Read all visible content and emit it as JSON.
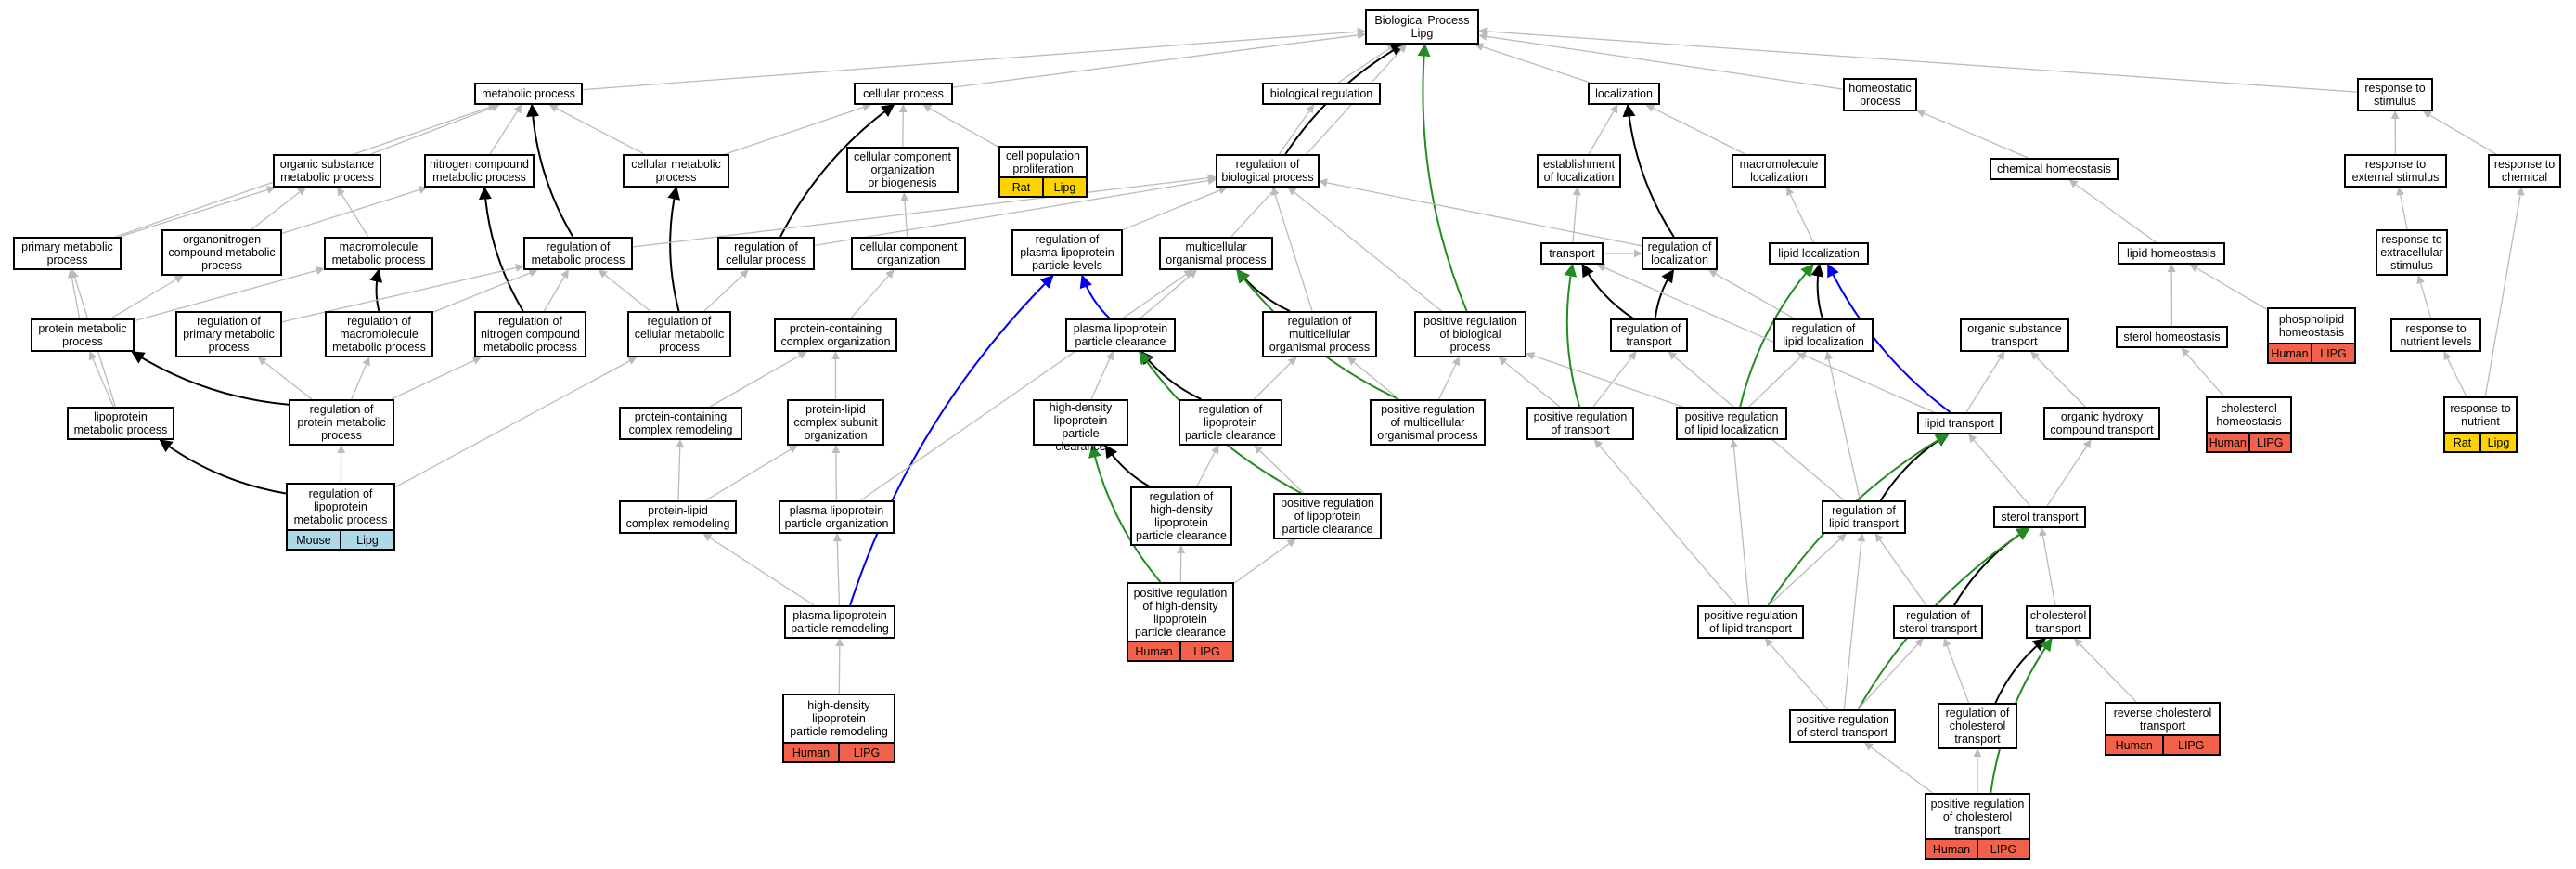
{
  "colors": {
    "gray": "#bbbbbb",
    "black": "#000000",
    "green": "#228b22",
    "blue": "#0000ee",
    "human": "#f4614a",
    "rat": "#ffd300",
    "mouse": "#add8e6"
  },
  "nodes": {
    "root": {
      "label": "Biological Process\nLipg"
    },
    "metabolic": {
      "label": "metabolic process"
    },
    "cellular": {
      "label": "cellular process"
    },
    "bioreg": {
      "label": "biological regulation"
    },
    "localization": {
      "label": "localization"
    },
    "homeostatic": {
      "label": "homeostatic\nprocess"
    },
    "respstim": {
      "label": "response to\nstimulus"
    },
    "orgsub": {
      "label": "organic substance\nmetabolic process"
    },
    "nitrogen": {
      "label": "nitrogen compound\nmetabolic process"
    },
    "cellmet": {
      "label": "cellular metabolic\nprocess"
    },
    "ccorg": {
      "label": "cellular component\norganization\nor biogenesis"
    },
    "cellpop": {
      "label": "cell population\nproliferation",
      "tags": [
        {
          "text": "Rat",
          "color": "#ffd300"
        },
        {
          "text": "Lipg",
          "color": "#ffd300"
        }
      ]
    },
    "regbio": {
      "label": "regulation of\nbiological process"
    },
    "estloc": {
      "label": "establishment\nof localization"
    },
    "macroloc": {
      "label": "macromolecule\nlocalization"
    },
    "chemhom": {
      "label": "chemical homeostasis"
    },
    "respext": {
      "label": "response to\nexternal stimulus"
    },
    "respchem": {
      "label": "response to\nchemical"
    },
    "primary": {
      "label": "primary metabolic\nprocess"
    },
    "organonitro": {
      "label": "organonitrogen\ncompound metabolic\nprocess"
    },
    "macromet": {
      "label": "macromolecule\nmetabolic process"
    },
    "regmet": {
      "label": "regulation of\nmetabolic process"
    },
    "regcell": {
      "label": "regulation of\ncellular process"
    },
    "ccorg2": {
      "label": "cellular component\norganization"
    },
    "regplasma": {
      "label": "regulation of\nplasma lipoprotein\nparticle levels"
    },
    "multi": {
      "label": "multicellular\norganismal process"
    },
    "transport": {
      "label": "transport"
    },
    "regloc": {
      "label": "regulation of\nlocalization"
    },
    "lipidloc": {
      "label": "lipid localization"
    },
    "lipidhom": {
      "label": "lipid homeostasis"
    },
    "respextra": {
      "label": "response to\nextracellular\nstimulus"
    },
    "protmet": {
      "label": "protein metabolic\nprocess"
    },
    "regprim": {
      "label": "regulation of\nprimary metabolic\nprocess"
    },
    "regmacro": {
      "label": "regulation of\nmacromolecule\nmetabolic process"
    },
    "regnitro": {
      "label": "regulation of\nnitrogen compound\nmetabolic process"
    },
    "regcellmet": {
      "label": "regulation of\ncellular metabolic\nprocess"
    },
    "pcco": {
      "label": "protein-containing\ncomplex organization"
    },
    "plpclear": {
      "label": "plasma lipoprotein\nparticle clearance"
    },
    "regmulti": {
      "label": "regulation of\nmulticellular\norganismal process"
    },
    "posregbio": {
      "label": "positive regulation\nof biological\nprocess"
    },
    "regtrans": {
      "label": "regulation of\ntransport"
    },
    "reglipidloc": {
      "label": "regulation of\nlipid localization"
    },
    "orgsubtrans": {
      "label": "organic substance\ntransport"
    },
    "sterolhom": {
      "label": "sterol homeostasis"
    },
    "phospho": {
      "label": "phospholipid\nhomeostasis",
      "tags": [
        {
          "text": "Human",
          "color": "#f4614a"
        },
        {
          "text": "LIPG",
          "color": "#f4614a"
        }
      ]
    },
    "respnut": {
      "label": "response to\nnutrient levels"
    },
    "lipoprotmet": {
      "label": "lipoprotein\nmetabolic process"
    },
    "regprotmet": {
      "label": "regulation of\nprotein metabolic\nprocess"
    },
    "pccremodel": {
      "label": "protein-containing\ncomplex remodeling"
    },
    "plsubunit": {
      "label": "protein-lipid\ncomplex subunit\norganization"
    },
    "hdlclear": {
      "label": "high-density\nlipoprotein\nparticle clearance"
    },
    "reglpclear": {
      "label": "regulation of\nlipoprotein\nparticle clearance"
    },
    "posregmulti": {
      "label": "positive regulation\nof multicellular\norganismal process"
    },
    "posregtrans": {
      "label": "positive regulation\nof transport"
    },
    "posreglipidloc": {
      "label": "positive regulation\nof lipid localization"
    },
    "lipidtrans": {
      "label": "lipid transport"
    },
    "orghydroxy": {
      "label": "organic hydroxy\ncompound transport"
    },
    "cholhom": {
      "label": "cholesterol\nhomeostasis",
      "tags": [
        {
          "text": "Human",
          "color": "#f4614a"
        },
        {
          "text": "LIPG",
          "color": "#f4614a"
        }
      ]
    },
    "respnutr": {
      "label": "response to\nnutrient",
      "tags": [
        {
          "text": "Rat",
          "color": "#ffd300"
        },
        {
          "text": "Lipg",
          "color": "#ffd300"
        }
      ]
    },
    "reglipoprotmet": {
      "label": "regulation of\nlipoprotein\nmetabolic process",
      "tags": [
        {
          "text": "Mouse",
          "color": "#add8e6"
        },
        {
          "text": "Lipg",
          "color": "#add8e6"
        }
      ]
    },
    "plremodel": {
      "label": "protein-lipid\ncomplex remodeling"
    },
    "plporg": {
      "label": "plasma lipoprotein\nparticle organization"
    },
    "reghdlclear": {
      "label": "regulation of\nhigh-density\nlipoprotein\nparticle clearance"
    },
    "posreglpclear": {
      "label": "positive regulation\nof lipoprotein\nparticle clearance"
    },
    "reglipidtrans": {
      "label": "regulation of\nlipid transport"
    },
    "steroltrans": {
      "label": "sterol transport"
    },
    "plpremodel": {
      "label": "plasma lipoprotein\nparticle remodeling"
    },
    "posreghdl": {
      "label": "positive regulation\nof high-density\nlipoprotein\nparticle clearance",
      "tags": [
        {
          "text": "Human",
          "color": "#f4614a"
        },
        {
          "text": "LIPG",
          "color": "#f4614a"
        }
      ]
    },
    "posreglipidtrans": {
      "label": "positive regulation\nof lipid transport"
    },
    "regsteroltrans": {
      "label": "regulation of\nsterol transport"
    },
    "choltrans": {
      "label": "cholesterol\ntransport"
    },
    "hdlremodel": {
      "label": "high-density\nlipoprotein\nparticle remodeling",
      "tags": [
        {
          "text": "Human",
          "color": "#f4614a"
        },
        {
          "text": "LIPG",
          "color": "#f4614a"
        }
      ]
    },
    "revchol": {
      "label": "reverse cholesterol\ntransport",
      "tags": [
        {
          "text": "Human",
          "color": "#f4614a"
        },
        {
          "text": "LIPG",
          "color": "#f4614a"
        }
      ]
    },
    "posregsterol": {
      "label": "positive regulation\nof sterol transport"
    },
    "regcholtrans": {
      "label": "regulation of\ncholesterol\ntransport"
    },
    "posregchol": {
      "label": "positive regulation\nof cholesterol\ntransport",
      "tags": [
        {
          "text": "Human",
          "color": "#f4614a"
        },
        {
          "text": "LIPG",
          "color": "#f4614a"
        }
      ]
    }
  },
  "edges": [
    [
      "metabolic",
      "root",
      "gray"
    ],
    [
      "cellular",
      "root",
      "gray"
    ],
    [
      "bioreg",
      "root",
      "gray"
    ],
    [
      "localization",
      "root",
      "gray"
    ],
    [
      "homeostatic",
      "root",
      "gray"
    ],
    [
      "respstim",
      "root",
      "gray"
    ],
    [
      "regbio",
      "root",
      "black"
    ],
    [
      "posregbio",
      "root",
      "green"
    ],
    [
      "multi",
      "root",
      "gray"
    ],
    [
      "orgsub",
      "metabolic",
      "gray"
    ],
    [
      "nitrogen",
      "metabolic",
      "gray"
    ],
    [
      "cellmet",
      "metabolic",
      "gray"
    ],
    [
      "primary",
      "metabolic",
      "gray"
    ],
    [
      "regmet",
      "metabolic",
      "black"
    ],
    [
      "cellmet",
      "cellular",
      "gray"
    ],
    [
      "ccorg",
      "cellular",
      "gray"
    ],
    [
      "cellpop",
      "cellular",
      "gray"
    ],
    [
      "regcell",
      "cellular",
      "black"
    ],
    [
      "regbio",
      "bioreg",
      "gray"
    ],
    [
      "estloc",
      "localization",
      "gray"
    ],
    [
      "macroloc",
      "localization",
      "gray"
    ],
    [
      "regloc",
      "localization",
      "black"
    ],
    [
      "chemhom",
      "homeostatic",
      "gray"
    ],
    [
      "respext",
      "respstim",
      "gray"
    ],
    [
      "respchem",
      "respstim",
      "gray"
    ],
    [
      "primary",
      "orgsub",
      "gray"
    ],
    [
      "organonitro",
      "orgsub",
      "gray"
    ],
    [
      "macromet",
      "orgsub",
      "gray"
    ],
    [
      "organonitro",
      "nitrogen",
      "gray"
    ],
    [
      "regnitro",
      "nitrogen",
      "black"
    ],
    [
      "regcellmet",
      "cellmet",
      "black"
    ],
    [
      "ccorg2",
      "ccorg",
      "gray"
    ],
    [
      "regmet",
      "regbio",
      "gray"
    ],
    [
      "regcell",
      "regbio",
      "gray"
    ],
    [
      "regplasma",
      "regbio",
      "gray"
    ],
    [
      "regmulti",
      "regbio",
      "gray"
    ],
    [
      "posregbio",
      "regbio",
      "gray"
    ],
    [
      "regloc",
      "regbio",
      "gray"
    ],
    [
      "transport",
      "estloc",
      "gray"
    ],
    [
      "lipidloc",
      "macroloc",
      "gray"
    ],
    [
      "lipidhom",
      "chemhom",
      "gray"
    ],
    [
      "respextra",
      "respext",
      "gray"
    ],
    [
      "protmet",
      "primary",
      "gray"
    ],
    [
      "lipoprotmet",
      "primary",
      "gray"
    ],
    [
      "protmet",
      "macromet",
      "gray"
    ],
    [
      "regmacro",
      "macromet",
      "black"
    ],
    [
      "protmet",
      "organonitro",
      "gray"
    ],
    [
      "regprim",
      "regmet",
      "gray"
    ],
    [
      "regmacro",
      "regmet",
      "gray"
    ],
    [
      "regnitro",
      "regmet",
      "gray"
    ],
    [
      "regcellmet",
      "regmet",
      "gray"
    ],
    [
      "regcellmet",
      "regcell",
      "gray"
    ],
    [
      "pcco",
      "ccorg2",
      "gray"
    ],
    [
      "plpclear",
      "regplasma",
      "blue"
    ],
    [
      "plpremodel",
      "regplasma",
      "blue"
    ],
    [
      "regmulti",
      "multi",
      "black"
    ],
    [
      "posregmulti",
      "multi",
      "green"
    ],
    [
      "plpclear",
      "multi",
      "gray"
    ],
    [
      "regtrans",
      "regloc",
      "black"
    ],
    [
      "reglipidloc",
      "regloc",
      "gray"
    ],
    [
      "transport",
      "regloc",
      "gray"
    ],
    [
      "reglipidloc",
      "lipidloc",
      "black"
    ],
    [
      "posreglipidloc",
      "lipidloc",
      "green"
    ],
    [
      "lipidtrans",
      "lipidloc",
      "blue"
    ],
    [
      "sterolhom",
      "lipidhom",
      "gray"
    ],
    [
      "phospho",
      "lipidhom",
      "gray"
    ],
    [
      "respnut",
      "respextra",
      "gray"
    ],
    [
      "regprotmet",
      "protmet",
      "black"
    ],
    [
      "lipoprotmet",
      "protmet",
      "gray"
    ],
    [
      "regprotmet",
      "regprim",
      "gray"
    ],
    [
      "regprotmet",
      "regmacro",
      "gray"
    ],
    [
      "regprotmet",
      "regnitro",
      "gray"
    ],
    [
      "reglipoprotmet",
      "regcellmet",
      "gray"
    ],
    [
      "pccremodel",
      "pcco",
      "gray"
    ],
    [
      "plsubunit",
      "pcco",
      "gray"
    ],
    [
      "hdlclear",
      "plpclear",
      "gray"
    ],
    [
      "reglpclear",
      "plpclear",
      "black"
    ],
    [
      "posreglpclear",
      "plpclear",
      "green"
    ],
    [
      "posregmulti",
      "regmulti",
      "gray"
    ],
    [
      "reglpclear",
      "regmulti",
      "gray"
    ],
    [
      "posregtrans",
      "posregbio",
      "gray"
    ],
    [
      "posreglipidloc",
      "posregbio",
      "gray"
    ],
    [
      "posregmulti",
      "posregbio",
      "gray"
    ],
    [
      "posregtrans",
      "regtrans",
      "gray"
    ],
    [
      "reglipidtrans",
      "regtrans",
      "gray"
    ],
    [
      "posreglipidloc",
      "reglipidloc",
      "gray"
    ],
    [
      "reglipidtrans",
      "reglipidloc",
      "gray"
    ],
    [
      "lipidtrans",
      "orgsubtrans",
      "gray"
    ],
    [
      "orghydroxy",
      "orgsubtrans",
      "gray"
    ],
    [
      "cholhom",
      "sterolhom",
      "gray"
    ],
    [
      "respnutr",
      "respnut",
      "gray"
    ],
    [
      "respnutr",
      "respchem",
      "gray"
    ],
    [
      "reglipoprotmet",
      "lipoprotmet",
      "black"
    ],
    [
      "reglipoprotmet",
      "regprotmet",
      "gray"
    ],
    [
      "plremodel",
      "pccremodel",
      "gray"
    ],
    [
      "plremodel",
      "plsubunit",
      "gray"
    ],
    [
      "plporg",
      "plsubunit",
      "gray"
    ],
    [
      "plporg",
      "multi",
      "gray"
    ],
    [
      "reghdlclear",
      "hdlclear",
      "black"
    ],
    [
      "posreghdl",
      "hdlclear",
      "green"
    ],
    [
      "posreglpclear",
      "reglpclear",
      "gray"
    ],
    [
      "reghdlclear",
      "reglpclear",
      "gray"
    ],
    [
      "posregtrans",
      "transport",
      "green"
    ],
    [
      "regtrans",
      "transport",
      "black"
    ],
    [
      "posreglipidtrans",
      "posregtrans",
      "gray"
    ],
    [
      "posreglipidtrans",
      "posreglipidloc",
      "gray"
    ],
    [
      "reglipidtrans",
      "lipidtrans",
      "black"
    ],
    [
      "posreglipidtrans",
      "lipidtrans",
      "green"
    ],
    [
      "steroltrans",
      "lipidtrans",
      "gray"
    ],
    [
      "lipidtrans",
      "transport",
      "gray"
    ],
    [
      "steroltrans",
      "orghydroxy",
      "gray"
    ],
    [
      "regsteroltrans",
      "steroltrans",
      "black"
    ],
    [
      "choltrans",
      "steroltrans",
      "gray"
    ],
    [
      "posregsterol",
      "steroltrans",
      "green"
    ],
    [
      "plpremodel",
      "plporg",
      "gray"
    ],
    [
      "plpremodel",
      "plremodel",
      "gray"
    ],
    [
      "posreghdl",
      "reghdlclear",
      "gray"
    ],
    [
      "posreghdl",
      "posreglpclear",
      "gray"
    ],
    [
      "posreglipidtrans",
      "reglipidtrans",
      "gray"
    ],
    [
      "regsteroltrans",
      "reglipidtrans",
      "gray"
    ],
    [
      "posregsterol",
      "reglipidtrans",
      "gray"
    ],
    [
      "hdlremodel",
      "plpremodel",
      "gray"
    ],
    [
      "posregsterol",
      "posreglipidtrans",
      "gray"
    ],
    [
      "posregsterol",
      "regsteroltrans",
      "gray"
    ],
    [
      "regcholtrans",
      "regsteroltrans",
      "gray"
    ],
    [
      "regcholtrans",
      "choltrans",
      "black"
    ],
    [
      "posregchol",
      "choltrans",
      "green"
    ],
    [
      "revchol",
      "choltrans",
      "gray"
    ],
    [
      "posregchol",
      "posregsterol",
      "gray"
    ],
    [
      "posregchol",
      "regcholtrans",
      "gray"
    ]
  ]
}
